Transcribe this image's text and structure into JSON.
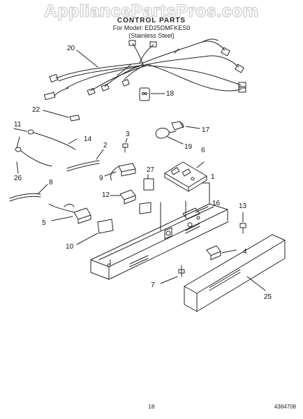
{
  "watermark": "AppliancePartsPros.com",
  "title": {
    "line1": "CONTROL PARTS",
    "line2": "For Model: ED25DMFKES0",
    "line3": "(Stainless Steel)"
  },
  "callouts": [
    "20",
    "18",
    "22",
    "11",
    "14",
    "3",
    "17",
    "19",
    "6",
    "2",
    "27",
    "1",
    "26",
    "9",
    "8",
    "12",
    "16",
    "13",
    "5",
    "10",
    "4",
    "7",
    "25"
  ],
  "footer": {
    "page": "18",
    "code": "4384708"
  }
}
